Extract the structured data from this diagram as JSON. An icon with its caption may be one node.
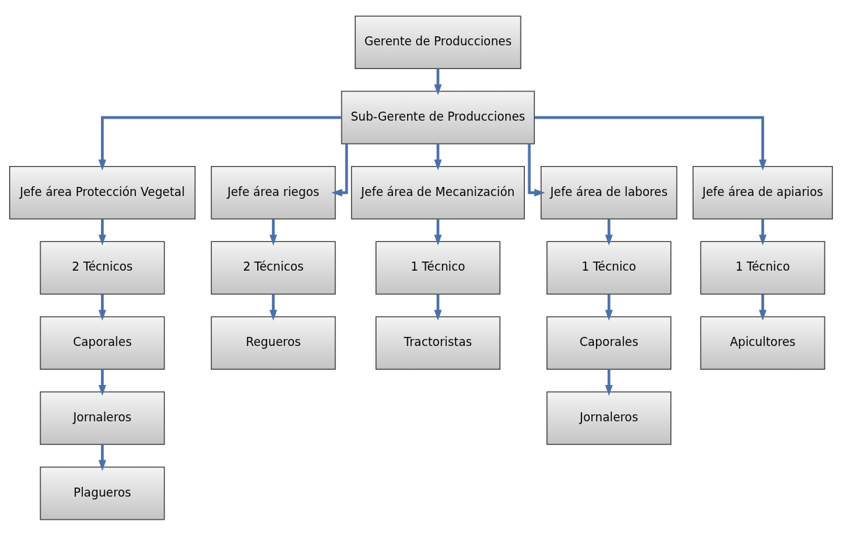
{
  "diagram": {
    "nodes": [
      {
        "text": [
          "Gerente de Producciones"
        ]
      },
      {
        "text": [
          "Sub-Gerente de Producciones"
        ]
      },
      {
        "text": [
          "Jefe área Protección Vegetal"
        ]
      },
      {
        "text": [
          "Jefe área riegos"
        ]
      },
      {
        "text": [
          "Jefe área de Mecanización"
        ]
      },
      {
        "text": [
          "Jefe área de labores"
        ]
      },
      {
        "text": [
          "Jefe área de apiarios"
        ]
      },
      {
        "text": [
          "2 Técnicos"
        ]
      },
      {
        "text": [
          "2 Técnicos"
        ]
      },
      {
        "text": [
          "1 Técnico"
        ]
      },
      {
        "text": [
          "1 Técnico"
        ]
      },
      {
        "text": [
          "1 Técnico"
        ]
      },
      {
        "text": [
          "Caporales"
        ]
      },
      {
        "text": [
          "Regueros"
        ]
      },
      {
        "text": [
          "Tractoristas"
        ]
      },
      {
        "text": [
          "Caporales"
        ]
      },
      {
        "text": [
          "Apicultores"
        ]
      },
      {
        "text": [
          "Jornaleros"
        ]
      },
      {
        "text": [
          "Jornaleros"
        ]
      },
      {
        "text": [
          "Plagueros"
        ]
      }
    ],
    "edges": [
      {
        "from": 0,
        "to": 1,
        "arrow": "to"
      },
      {
        "from": 1,
        "to": 2,
        "arrow": "to"
      },
      {
        "from": 1,
        "to": 3,
        "arrow": "to"
      },
      {
        "from": 1,
        "to": 4,
        "arrow": "to"
      },
      {
        "from": 1,
        "to": 5,
        "arrow": "to"
      },
      {
        "from": 1,
        "to": 6,
        "arrow": "to"
      },
      {
        "from": 2,
        "to": 7,
        "arrow": "to"
      },
      {
        "from": 3,
        "to": 8,
        "arrow": "to"
      },
      {
        "from": 4,
        "to": 9,
        "arrow": "to"
      },
      {
        "from": 5,
        "to": 10,
        "arrow": "to"
      },
      {
        "from": 6,
        "to": 11,
        "arrow": "to"
      },
      {
        "from": 7,
        "to": 12,
        "arrow": "to"
      },
      {
        "from": 8,
        "to": 13,
        "arrow": "to"
      },
      {
        "from": 9,
        "to": 14,
        "arrow": "to"
      },
      {
        "from": 10,
        "to": 15,
        "arrow": "to"
      },
      {
        "from": 11,
        "to": 16,
        "arrow": "to"
      },
      {
        "from": 12,
        "to": 17,
        "arrow": "to"
      },
      {
        "from": 15,
        "to": 18,
        "arrow": "to"
      },
      {
        "from": 17,
        "to": 19,
        "arrow": "to"
      }
    ]
  }
}
